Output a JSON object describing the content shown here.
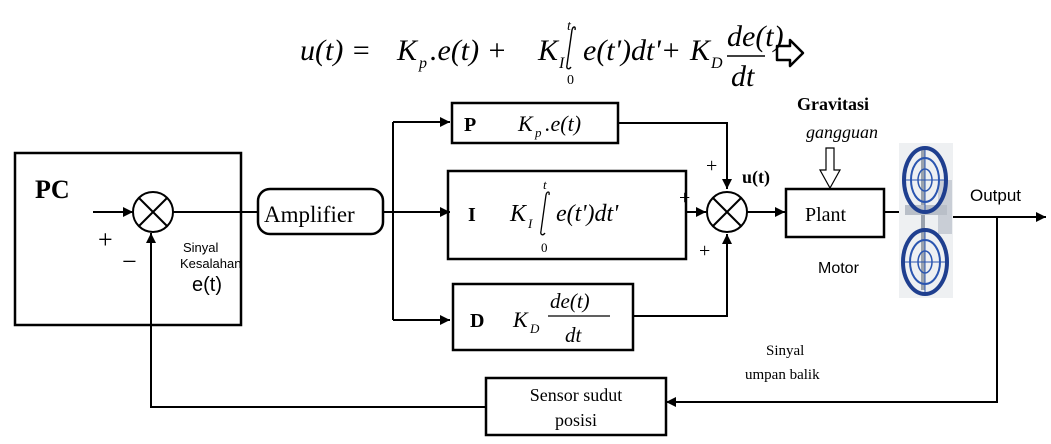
{
  "equation": {
    "lhs": "u(t) =",
    "kp": "K",
    "kp_sub": "p",
    "term1": ".e(t) +",
    "ki": "K",
    "ki_sub": "I",
    "int_upper": "t",
    "int_lower": "0",
    "term2": "e(t')dt'+",
    "kd": "K",
    "kd_sub": "D",
    "frac_num": "de(t)",
    "frac_den": "dt"
  },
  "blocks": {
    "pc": "PC",
    "amplifier": "Amplifier",
    "plant": "Plant",
    "sensor_line1": "Sensor sudut",
    "sensor_line2": "posisi"
  },
  "pid": {
    "p_label": "P",
    "p_k": "K",
    "p_sub": "p",
    "p_expr": ".e(t)",
    "i_label": "I",
    "i_k": "K",
    "i_sub": "I",
    "i_upper": "t",
    "i_lower": "0",
    "i_expr": "e(t')dt'",
    "d_label": "D",
    "d_k": "K",
    "d_sub": "D",
    "d_num": "de(t)",
    "d_den": "dt"
  },
  "labels": {
    "gravitasi": "Gravitasi",
    "gangguan": "gangguan",
    "u_t": "u(t)",
    "output": "Output",
    "motor": "Motor",
    "sinyal": "Sinyal",
    "kesalahan": "Kesalahan",
    "e_t": "e(t)",
    "fb_line1": "Sinyal",
    "fb_line2": "umpan balik",
    "plus_pc": "+",
    "minus_pc": "−",
    "plus_p": "+",
    "plus_i": "+",
    "plus_d": "+"
  },
  "colors": {
    "line": "#000000",
    "fan": "#1f3f8f"
  }
}
